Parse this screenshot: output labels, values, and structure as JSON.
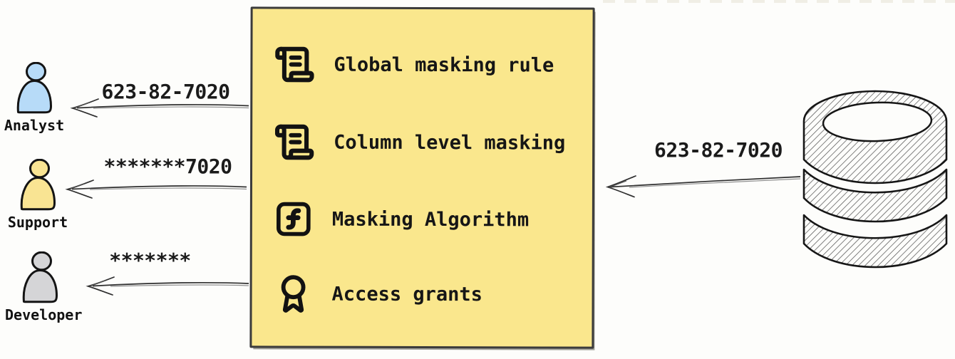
{
  "personas": [
    {
      "icon": "person-icon",
      "name": "Analyst",
      "received_value": "623-82-7020",
      "color": "#b7dbf8"
    },
    {
      "icon": "person-icon",
      "name": "Support",
      "received_value": "*******7020",
      "color": "#f9e493"
    },
    {
      "icon": "person-icon",
      "name": "Developer",
      "received_value": "*******",
      "color": "#d5d5d7"
    }
  ],
  "masking_box": {
    "background": "#fae78d",
    "border_color": "#3b3b3b",
    "items": [
      {
        "icon": "scroll-text-icon",
        "label": "Global masking rule"
      },
      {
        "icon": "scroll-text-icon",
        "label": "Column level masking"
      },
      {
        "icon": "function-square-icon",
        "label": "Masking Algorithm"
      },
      {
        "icon": "award-icon",
        "label": "Access grants"
      }
    ]
  },
  "database": {
    "icon": "database-icon",
    "output_value": "623-82-7020"
  }
}
